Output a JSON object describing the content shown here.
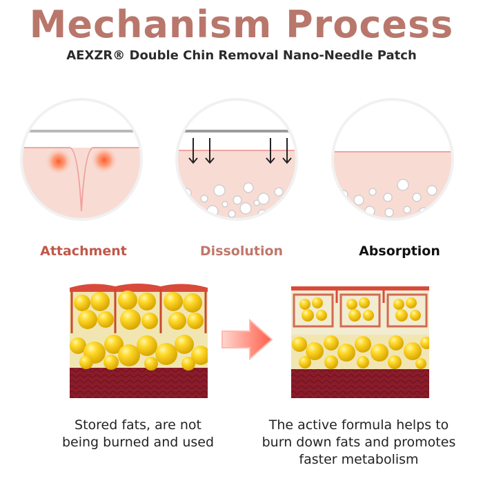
{
  "header": {
    "title": "Mechanism Process",
    "subtitle": "AEXZR® Double Chin Removal Nano-Needle Patch"
  },
  "stages": [
    {
      "label": "Attachment",
      "label_color": "#c0584a"
    },
    {
      "label": "Dissolution",
      "label_color": "#c0776b"
    },
    {
      "label": "Absorption",
      "label_color": "#111111"
    }
  ],
  "comparison": {
    "before_caption": [
      "Stored fats, are not",
      "being burned and used"
    ],
    "after_caption": [
      "The active formula helps to",
      "burn down fats and promotes",
      "faster metabolism"
    ]
  },
  "colors": {
    "accent": "#b9776c",
    "skin": "#f7d9d2",
    "fat": "#f2c81f",
    "tissue": "#8a1c2a"
  }
}
